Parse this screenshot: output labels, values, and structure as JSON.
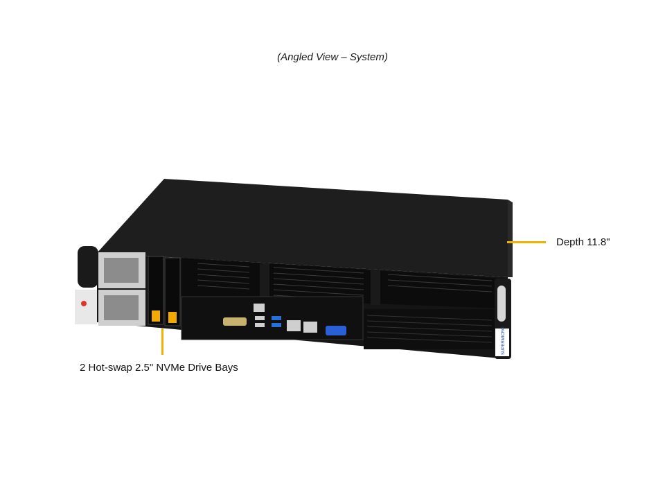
{
  "caption": "(Angled View – System)",
  "callouts": {
    "depth": "Depth 11.8\"",
    "drive_bays": "2 Hot-swap 2.5\" NVMe Drive Bays"
  },
  "colors": {
    "leader_line": "#f0b400",
    "chassis_top": "#1e1e1e",
    "drive_tray_latch": "#f2a900"
  },
  "brand_badge": "SUPERMICRO"
}
